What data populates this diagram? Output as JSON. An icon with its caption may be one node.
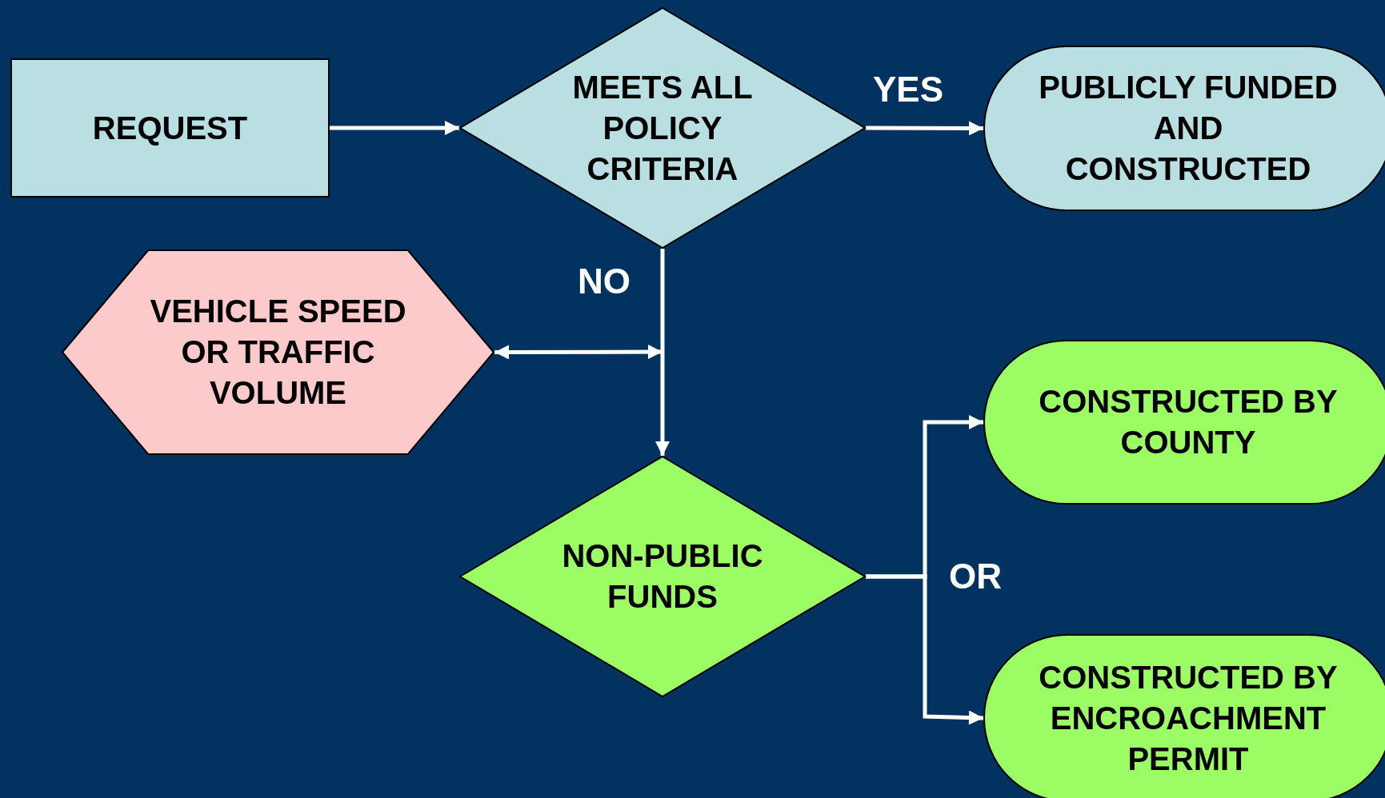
{
  "diagram": {
    "nodes": [
      {
        "text": [
          "REQUEST"
        ]
      },
      {
        "text": [
          "MEETS ALL POLICY CRITERIA"
        ]
      },
      {
        "text": [
          "PUBLICLY FUNDED AND CONSTRUCTED"
        ]
      },
      {
        "text": [
          "VEHICLE SPEED OR TRAFFIC VOLUME"
        ]
      },
      {
        "text": [
          "NON-PUBLIC FUNDS"
        ]
      },
      {
        "text": [
          "CONSTRUCTED BY COUNTY"
        ]
      },
      {
        "text": [
          "CONSTRUCTED BY ENCROACHMENT PERMIT"
        ]
      }
    ],
    "edges": [
      {
        "from": 0,
        "to": 1,
        "arrow": "to"
      },
      {
        "from": 1,
        "to": 2,
        "arrow": "to",
        "label": "YES"
      },
      {
        "from": 1,
        "to": 4,
        "arrow": "to",
        "label": "NO"
      },
      {
        "from": 3,
        "to": null,
        "arrow": "both"
      },
      {
        "from": 4,
        "to": 5,
        "arrow": "to"
      },
      {
        "from": 4,
        "to": 6,
        "arrow": "to"
      }
    ],
    "labels": [
      "OR"
    ]
  }
}
